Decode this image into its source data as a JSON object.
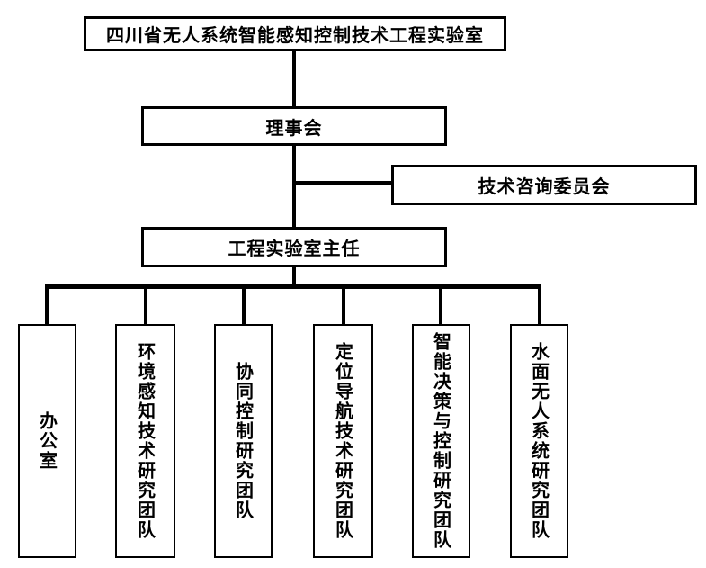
{
  "diagram": {
    "type": "org-chart",
    "colors": {
      "line": "#000000",
      "background": "#ffffff",
      "box_fill": "#ffffff",
      "text": "#000000"
    },
    "nodes": {
      "root": {
        "label": "四川省无人系统智能感知控制技术工程实验室"
      },
      "council": {
        "label": "理事会"
      },
      "advisory": {
        "label": "技术咨询委员会"
      },
      "director": {
        "label": "工程实验室主任"
      },
      "departments": [
        {
          "label": "办公室"
        },
        {
          "label": "环境感知技术研究团队"
        },
        {
          "label": "协同控制研究团队"
        },
        {
          "label": "定位导航技术研究团队"
        },
        {
          "label": "智能决策与控制研究团队"
        },
        {
          "label": "水面无人系统研究团队"
        }
      ]
    },
    "edges": [
      {
        "from": "root",
        "to": "council"
      },
      {
        "from": "council",
        "to": "director"
      },
      {
        "from": "council-director-line",
        "to": "advisory"
      },
      {
        "from": "director",
        "to": "办公室"
      },
      {
        "from": "director",
        "to": "环境感知技术研究团队"
      },
      {
        "from": "director",
        "to": "协同控制研究团队"
      },
      {
        "from": "director",
        "to": "定位导航技术研究团队"
      },
      {
        "from": "director",
        "to": "智能决策与控制研究团队"
      },
      {
        "from": "director",
        "to": "水面无人系统研究团队"
      }
    ]
  }
}
